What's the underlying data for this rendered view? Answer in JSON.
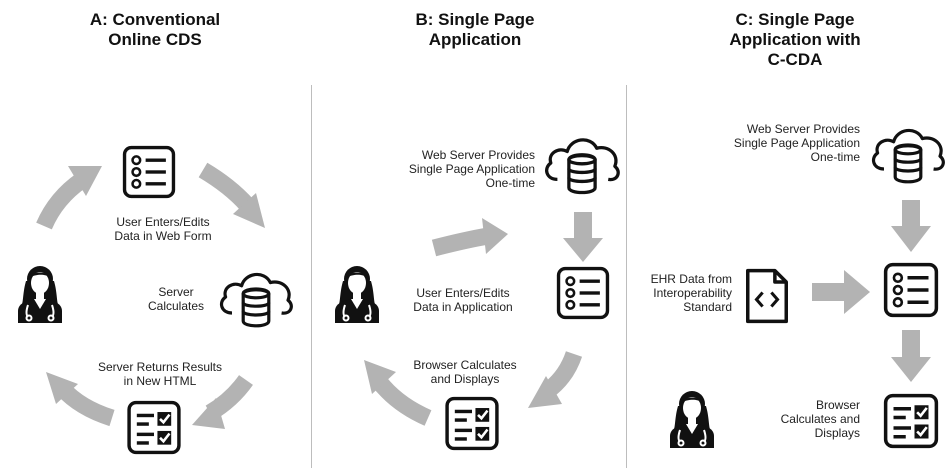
{
  "panels": [
    {
      "title": [
        "A: Conventional",
        "Online CDS"
      ],
      "labels": {
        "user": [
          "User Enters/Edits",
          "Data in Web Form"
        ],
        "server": [
          "Server",
          "Calculates"
        ],
        "results": [
          "Server Returns Results",
          "in New HTML"
        ]
      }
    },
    {
      "title": [
        "B: Single Page",
        "Application"
      ],
      "labels": {
        "provides": [
          "Web Server Provides",
          "Single Page Application",
          "One-time"
        ],
        "user": [
          "User Enters/Edits",
          "Data in Application"
        ],
        "browser": [
          "Browser Calculates",
          "and Displays"
        ]
      }
    },
    {
      "title": [
        "C: Single Page",
        "Application with",
        "C-CDA"
      ],
      "labels": {
        "provides": [
          "Web Server Provides",
          "Single Page Application",
          "One-time"
        ],
        "ehr": [
          "EHR Data from",
          "Interoperability",
          "Standard"
        ],
        "browser": [
          "Browser",
          "Calculates and",
          "Displays"
        ]
      }
    }
  ],
  "icons": [
    "doctor-icon",
    "form-icon",
    "checklist-icon",
    "cloud-database-icon",
    "code-file-icon",
    "arrow-icon"
  ],
  "colors": {
    "arrow": "#b3b3b3",
    "icon": "#111111",
    "divider": "#bdbdbd"
  }
}
